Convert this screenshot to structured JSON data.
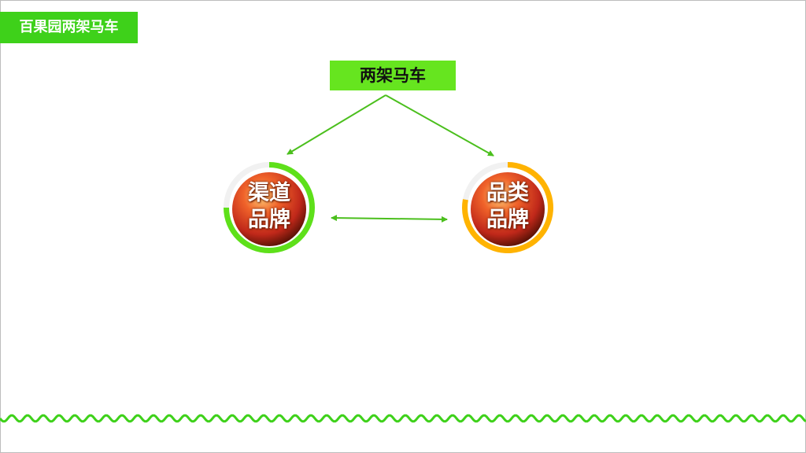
{
  "corner_tag": "百果园两架马车",
  "top_box": "两架马车",
  "nodes": [
    {
      "line1": "渠道",
      "line2": "品牌",
      "ring_color": "#5ee01a",
      "ring_fraction": 0.75
    },
    {
      "line1": "品类",
      "line2": "品牌",
      "ring_color": "#ffb300",
      "ring_fraction": 0.78
    }
  ],
  "colors": {
    "accent_green": "#3ed11a",
    "box_green": "#66e51f",
    "connector": "#4bbf1d",
    "wave": "#3ed11a"
  }
}
